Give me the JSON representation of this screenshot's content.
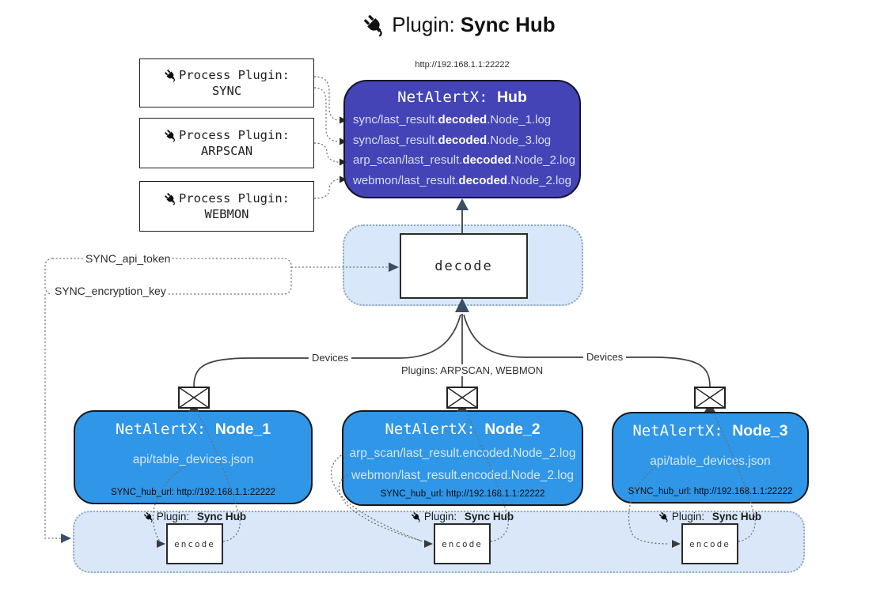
{
  "title": {
    "prefix": "Plugin:",
    "bold": "Sync Hub"
  },
  "colors": {
    "hub_fill": "#4444b6",
    "node_fill": "#2f96e8",
    "band_fill": "#d8e8fa",
    "accent_dark": "#3a4f63"
  },
  "process_plugins": {
    "heading": "Process Plugin:",
    "items": [
      {
        "name": "SYNC"
      },
      {
        "name": "ARPSCAN"
      },
      {
        "name": "WEBMON"
      }
    ]
  },
  "hub": {
    "url": "http://192.168.1.1:22222",
    "name_prefix": "NetAlertX: ",
    "name": "Hub",
    "files": [
      {
        "pre": "sync/last_result.",
        "mid": "decoded",
        "post": ".Node_1.log"
      },
      {
        "pre": "sync/last_result.",
        "mid": "decoded",
        "post": ".Node_3.log"
      },
      {
        "pre": "arp_scan/last_result.",
        "mid": "decoded",
        "post": ".Node_2.log"
      },
      {
        "pre": "webmon/last_result.",
        "mid": "decoded",
        "post": ".Node_2.log"
      }
    ]
  },
  "secrets": {
    "api_token": "SYNC_api_token",
    "encryption_key": "SYNC_encryption_key"
  },
  "decode_label": "decode",
  "edge_labels": {
    "left": "Devices",
    "middle": "Plugins: ARPSCAN, WEBMON",
    "right": "Devices"
  },
  "nodes": [
    {
      "name_prefix": "NetAlertX: ",
      "name": "Node_1",
      "files": [
        "api/table_devices.json"
      ],
      "hub_url": "SYNC_hub_url: http://192.168.1.1:22222"
    },
    {
      "name_prefix": "NetAlertX: ",
      "name": "Node_2",
      "files": [
        "arp_scan/last_result.encoded.Node_2.log",
        "webmon/last_result.encoded.Node_2.log"
      ],
      "hub_url": "SYNC_hub_url: http://192.168.1.1:22222"
    },
    {
      "name_prefix": "NetAlertX: ",
      "name": "Node_3",
      "files": [
        "api/table_devices.json"
      ],
      "hub_url": "SYNC_hub_url: http://192.168.1.1:22222"
    }
  ],
  "encoder": {
    "label_prefix": "Plugin:",
    "label_bold": "Sync Hub",
    "box": "encode"
  }
}
